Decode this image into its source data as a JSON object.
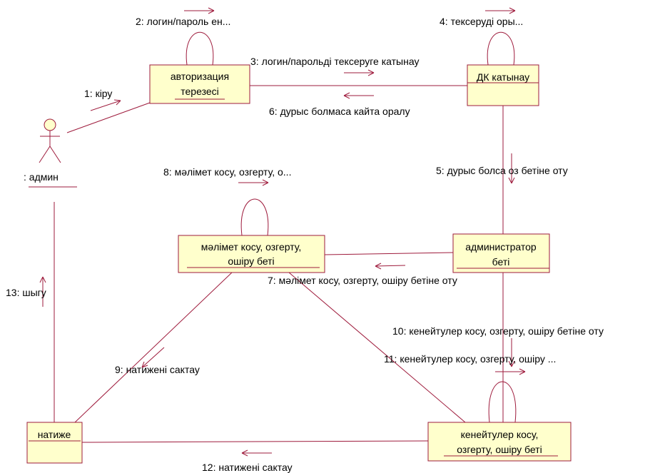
{
  "colors": {
    "line": "#9e1b3c",
    "object_fill": "#ffffcc",
    "object_border": "#9e1b3c",
    "text": "#000000"
  },
  "actor": {
    "label": ": админ"
  },
  "objects": {
    "auth": {
      "line1": "авторизация",
      "line2": "терезесі"
    },
    "db": {
      "line1": "ДК катынау"
    },
    "admin": {
      "line1": "администратор",
      "line2": "беті"
    },
    "info": {
      "line1": "мәлімет косу, озгерту,",
      "line2": "ошіру беті"
    },
    "result": {
      "line1": "натиже"
    },
    "user": {
      "line1": "кенейтулер косу,",
      "line2": "озгерту, ошіру беті"
    }
  },
  "messages": {
    "m1": "1: кіру",
    "m2": "2: логин/пароль ен...",
    "m3": "3: логин/парольді тексеруге катынау",
    "m4": "4: тексеруді оры...",
    "m5": "5: дурыс болса оз бетіне оту",
    "m6": "6: дурыс болмаса кайта оралу",
    "m7": "7: мәлімет косу, озгерту, ошіру бетіне оту",
    "m8": "8: мәлімет косу, озгерту, о...",
    "m9": "9: натижені сактау",
    "m10": "10: кенейтулер косу, озгерту, ошіру бетіне оту",
    "m11": "11: кенейтулер косу, озгерту, ошіру ...",
    "m12": "12: натижені сактау",
    "m13": "13: шыгу"
  }
}
